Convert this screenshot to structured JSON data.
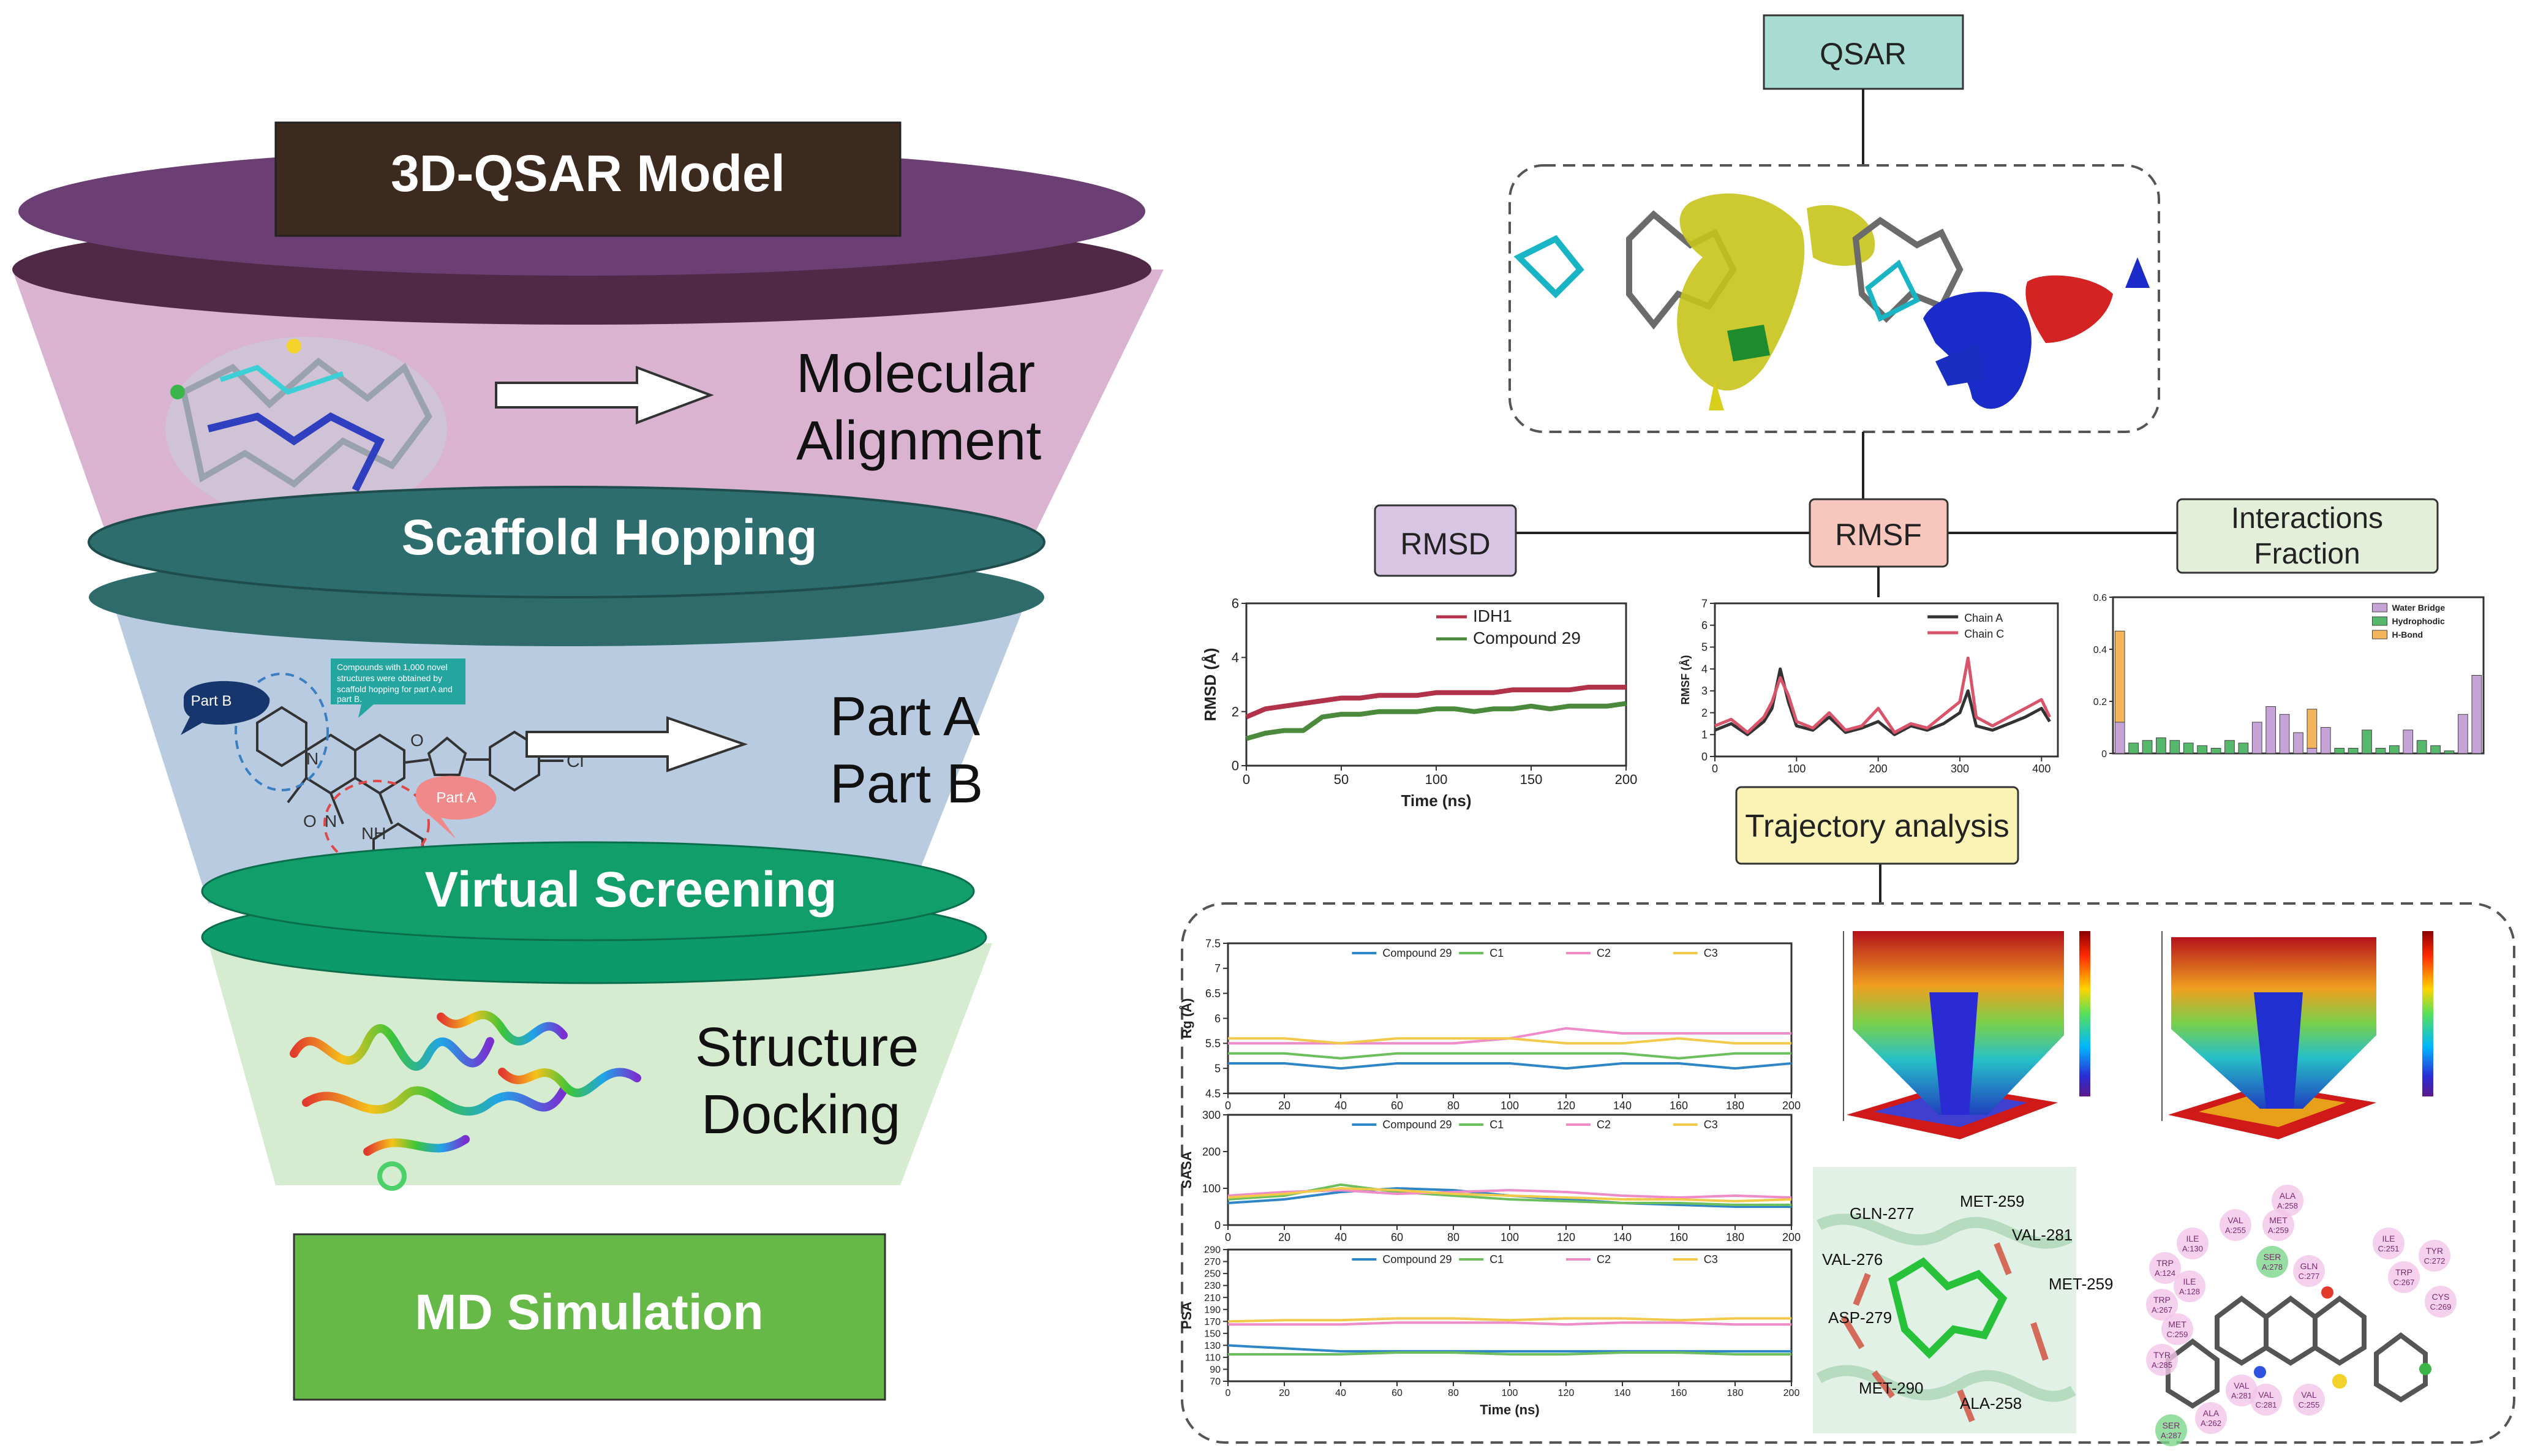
{
  "funnel": {
    "stage1_title": "3D-QSAR Model",
    "stage1_label_l1": "Molecular",
    "stage1_label_l2": "Alignment",
    "stage2_title": "Scaffold Hopping",
    "stage2_label_l1": "Part A",
    "stage2_label_l2": "Part B",
    "bubble_part_b": "Part B",
    "bubble_part_a": "Part A",
    "note_text_l1": "Compounds with 1,000 novel",
    "note_text_l2": "structures were obtained by",
    "note_text_l3": "scaffold hopping for part A and",
    "note_text_l4": "part B.",
    "cl_label": "Cl",
    "nh_label": "NH",
    "o_label_1": "O",
    "o_label_2": "O",
    "n_label_1": "N",
    "n_label_2": "N",
    "stage3_title": "Virtual Screening",
    "stage3_label_l1": "Structure",
    "stage3_label_l2": "Docking",
    "final_title": "MD Simulation",
    "colors": {
      "title_box": "#3d2a1e",
      "disk1": "#6b3f73",
      "disk1_dark": "#4f2946",
      "cone1": "#d9b3d0",
      "disk2": "#2f6b6b",
      "cone2": "#b8cbe0",
      "disk3": "#0d9a6a",
      "cone3": "#d6ecd0",
      "final_box": "#66b947"
    }
  },
  "right": {
    "qsar": "QSAR",
    "rmsd_box": "RMSD",
    "rmsf_box": "RMSF",
    "interactions_l1": "Interactions",
    "interactions_l2": "Fraction",
    "trajectory": "Trajectory analysis",
    "colors": {
      "qsar_fill": "#a8dcd3",
      "rmsd_fill": "#d8c4e3",
      "rmsf_fill": "#f7c6bd",
      "interactions_fill": "#e4efda",
      "trajectory_fill": "#fbf3b5"
    }
  },
  "residues_3d": [
    "GLN-277",
    "MET-259",
    "VAL-281",
    "VAL-276",
    "MET-259",
    "ASP-279",
    "MET-290",
    "ALA-258"
  ],
  "residues_2d": [
    "ALA A:258",
    "VAL A:255",
    "MET A:259",
    "ILE A:130",
    "ILE C:251",
    "TYR C:272",
    "TRP A:124",
    "SER A:278",
    "GLN C:277",
    "TRP C:267",
    "ILE A:128",
    "TRP A:267",
    "CYS C:269",
    "MET C:259",
    "TYR A:285",
    "VAL A:281",
    "VAL C:281",
    "VAL C:255",
    "ALA A:262",
    "SER A:287"
  ],
  "chart_data": [
    {
      "type": "line",
      "ylabel": "RMSD (Å)",
      "xlabel": "Time (ns)",
      "xlim": [
        0,
        200
      ],
      "ylim": [
        0,
        6
      ],
      "xticks": [
        0,
        50,
        100,
        150,
        200
      ],
      "yticks": [
        0,
        2,
        4,
        6
      ],
      "series": [
        {
          "name": "IDH1",
          "color": "#b2324a",
          "x": [
            0,
            10,
            20,
            30,
            40,
            50,
            60,
            70,
            80,
            90,
            100,
            110,
            120,
            130,
            140,
            150,
            160,
            170,
            180,
            190,
            200
          ],
          "y": [
            1.8,
            2.1,
            2.2,
            2.3,
            2.4,
            2.5,
            2.5,
            2.6,
            2.6,
            2.6,
            2.7,
            2.7,
            2.7,
            2.7,
            2.8,
            2.8,
            2.8,
            2.8,
            2.9,
            2.9,
            2.9
          ]
        },
        {
          "name": "Compound 29",
          "color": "#4b8a3c",
          "x": [
            0,
            10,
            20,
            30,
            40,
            50,
            60,
            70,
            80,
            90,
            100,
            110,
            120,
            130,
            140,
            150,
            160,
            170,
            180,
            190,
            200
          ],
          "y": [
            1.0,
            1.2,
            1.3,
            1.3,
            1.8,
            1.9,
            1.9,
            2.0,
            2.0,
            2.0,
            2.1,
            2.1,
            2.0,
            2.1,
            2.1,
            2.2,
            2.1,
            2.2,
            2.2,
            2.2,
            2.3
          ]
        }
      ]
    },
    {
      "type": "line",
      "ylabel": "RMSF (Å)",
      "xlim": [
        0,
        420
      ],
      "ylim": [
        0,
        7
      ],
      "xticks": [
        0,
        100,
        200,
        300,
        400
      ],
      "yticks": [
        0,
        1,
        2,
        3,
        4,
        5,
        6,
        7
      ],
      "series": [
        {
          "name": "Chain A",
          "color": "#333333",
          "x": [
            0,
            20,
            40,
            60,
            70,
            80,
            90,
            100,
            120,
            140,
            160,
            180,
            200,
            220,
            240,
            260,
            280,
            300,
            310,
            320,
            340,
            360,
            380,
            400,
            410
          ],
          "y": [
            1.2,
            1.5,
            1.0,
            1.6,
            2.2,
            4.0,
            2.5,
            1.4,
            1.2,
            1.8,
            1.1,
            1.3,
            1.6,
            1.0,
            1.4,
            1.2,
            1.5,
            2.0,
            3.0,
            1.4,
            1.2,
            1.5,
            1.8,
            2.2,
            1.6
          ]
        },
        {
          "name": "Chain C",
          "color": "#d9536b",
          "x": [
            0,
            20,
            40,
            60,
            70,
            80,
            90,
            100,
            120,
            140,
            160,
            180,
            200,
            220,
            240,
            260,
            280,
            300,
            310,
            320,
            340,
            360,
            380,
            400,
            410
          ],
          "y": [
            1.4,
            1.7,
            1.1,
            1.8,
            2.5,
            3.6,
            2.8,
            1.6,
            1.3,
            2.0,
            1.2,
            1.4,
            2.2,
            1.1,
            1.5,
            1.3,
            1.9,
            2.5,
            4.5,
            1.8,
            1.4,
            1.8,
            2.2,
            2.6,
            1.8
          ]
        }
      ]
    },
    {
      "type": "bar",
      "xlim": [
        0,
        1
      ],
      "ylim": [
        0,
        0.6
      ],
      "yticks": [
        0.0,
        0.2,
        0.4,
        0.6
      ],
      "series": [
        {
          "name": "Water Bridge",
          "color": "#c5a3d6"
        },
        {
          "name": "Hydrophodic",
          "color": "#55b86a"
        },
        {
          "name": "H-Bond",
          "color": "#f4b65d"
        }
      ],
      "stacks": [
        [
          0.12,
          0.0,
          0.35
        ],
        [
          0.0,
          0.04,
          0.0
        ],
        [
          0.0,
          0.05,
          0.0
        ],
        [
          0.0,
          0.06,
          0.0
        ],
        [
          0.0,
          0.05,
          0.0
        ],
        [
          0.0,
          0.04,
          0.0
        ],
        [
          0.0,
          0.03,
          0.0
        ],
        [
          0.0,
          0.02,
          0.0
        ],
        [
          0.0,
          0.05,
          0.0
        ],
        [
          0.0,
          0.04,
          0.0
        ],
        [
          0.12,
          0.0,
          0.0
        ],
        [
          0.18,
          0.0,
          0.0
        ],
        [
          0.15,
          0.0,
          0.0
        ],
        [
          0.08,
          0.0,
          0.0
        ],
        [
          0.02,
          0.0,
          0.15
        ],
        [
          0.1,
          0.0,
          0.0
        ],
        [
          0.0,
          0.02,
          0.0
        ],
        [
          0.0,
          0.02,
          0.0
        ],
        [
          0.0,
          0.09,
          0.0
        ],
        [
          0.0,
          0.02,
          0.0
        ],
        [
          0.0,
          0.03,
          0.0
        ],
        [
          0.09,
          0.0,
          0.0
        ],
        [
          0.0,
          0.05,
          0.0
        ],
        [
          0.0,
          0.03,
          0.0
        ],
        [
          0.0,
          0.01,
          0.0
        ],
        [
          0.15,
          0.0,
          0.0
        ],
        [
          0.3,
          0.0,
          0.0
        ]
      ]
    },
    {
      "type": "line",
      "ylabel": "Rg (Å)",
      "xlim": [
        0,
        200
      ],
      "ylim": [
        4.5,
        7.5
      ],
      "xticks": [
        0,
        20,
        40,
        60,
        80,
        100,
        120,
        140,
        160,
        180,
        200
      ],
      "yticks": [
        4.5,
        5,
        5.5,
        6,
        6.5,
        7,
        7.5
      ],
      "series": [
        {
          "name": "Compound 29",
          "color": "#2f86c6",
          "x": [
            0,
            20,
            40,
            60,
            80,
            100,
            120,
            140,
            160,
            180,
            200
          ],
          "y": [
            5.1,
            5.1,
            5.0,
            5.1,
            5.1,
            5.1,
            5.0,
            5.1,
            5.1,
            5.0,
            5.1
          ]
        },
        {
          "name": "C1",
          "color": "#6dbf5e",
          "x": [
            0,
            20,
            40,
            60,
            80,
            100,
            120,
            140,
            160,
            180,
            200
          ],
          "y": [
            5.3,
            5.3,
            5.2,
            5.3,
            5.3,
            5.3,
            5.3,
            5.3,
            5.2,
            5.3,
            5.3
          ]
        },
        {
          "name": "C2",
          "color": "#f08bc9",
          "x": [
            0,
            20,
            40,
            60,
            80,
            100,
            120,
            140,
            160,
            180,
            200
          ],
          "y": [
            5.5,
            5.5,
            5.5,
            5.5,
            5.5,
            5.6,
            5.8,
            5.7,
            5.7,
            5.7,
            5.7
          ]
        },
        {
          "name": "C3",
          "color": "#f2c94a",
          "x": [
            0,
            20,
            40,
            60,
            80,
            100,
            120,
            140,
            160,
            180,
            200
          ],
          "y": [
            5.6,
            5.6,
            5.5,
            5.6,
            5.6,
            5.6,
            5.5,
            5.5,
            5.6,
            5.5,
            5.5
          ]
        }
      ]
    },
    {
      "type": "line",
      "ylabel": "SASA",
      "xlim": [
        0,
        200
      ],
      "ylim": [
        0,
        300
      ],
      "xticks": [
        0,
        20,
        40,
        60,
        80,
        100,
        120,
        140,
        160,
        180,
        200
      ],
      "yticks": [
        0,
        100,
        200,
        300
      ],
      "series": [
        {
          "name": "Compound 29",
          "color": "#2f86c6",
          "x": [
            0,
            20,
            40,
            60,
            80,
            100,
            120,
            140,
            160,
            180,
            200
          ],
          "y": [
            60,
            70,
            90,
            100,
            95,
            80,
            70,
            60,
            55,
            50,
            50
          ]
        },
        {
          "name": "C1",
          "color": "#6dbf5e",
          "x": [
            0,
            20,
            40,
            60,
            80,
            100,
            120,
            140,
            160,
            180,
            200
          ],
          "y": [
            70,
            80,
            110,
            90,
            80,
            70,
            65,
            60,
            60,
            55,
            55
          ]
        },
        {
          "name": "C2",
          "color": "#f08bc9",
          "x": [
            0,
            20,
            40,
            60,
            80,
            100,
            120,
            140,
            160,
            180,
            200
          ],
          "y": [
            80,
            90,
            95,
            85,
            90,
            95,
            90,
            80,
            75,
            80,
            75
          ]
        },
        {
          "name": "C3",
          "color": "#f2c94a",
          "x": [
            0,
            20,
            40,
            60,
            80,
            100,
            120,
            140,
            160,
            180,
            200
          ],
          "y": [
            75,
            85,
            100,
            95,
            85,
            80,
            75,
            70,
            70,
            65,
            70
          ]
        }
      ]
    },
    {
      "type": "line",
      "ylabel": "PSA",
      "xlabel": "Time (ns)",
      "xlim": [
        0,
        200
      ],
      "ylim": [
        70,
        290
      ],
      "xticks": [
        0,
        20,
        40,
        60,
        80,
        100,
        120,
        140,
        160,
        180,
        200
      ],
      "yticks": [
        70,
        90,
        110,
        130,
        150,
        170,
        190,
        210,
        230,
        250,
        270,
        290
      ],
      "series": [
        {
          "name": "Compound 29",
          "color": "#2f86c6",
          "x": [
            0,
            20,
            40,
            60,
            80,
            100,
            120,
            140,
            160,
            180,
            200
          ],
          "y": [
            130,
            125,
            120,
            120,
            120,
            120,
            120,
            120,
            120,
            120,
            120
          ]
        },
        {
          "name": "C1",
          "color": "#6dbf5e",
          "x": [
            0,
            20,
            40,
            60,
            80,
            100,
            120,
            140,
            160,
            180,
            200
          ],
          "y": [
            115,
            115,
            115,
            118,
            118,
            115,
            115,
            118,
            118,
            115,
            115
          ]
        },
        {
          "name": "C2",
          "color": "#f08bc9",
          "x": [
            0,
            20,
            40,
            60,
            80,
            100,
            120,
            140,
            160,
            180,
            200
          ],
          "y": [
            165,
            165,
            165,
            168,
            168,
            168,
            165,
            168,
            168,
            165,
            165
          ]
        },
        {
          "name": "C3",
          "color": "#f2c94a",
          "x": [
            0,
            20,
            40,
            60,
            80,
            100,
            120,
            140,
            160,
            180,
            200
          ],
          "y": [
            170,
            172,
            172,
            175,
            175,
            172,
            175,
            175,
            172,
            175,
            175
          ]
        }
      ]
    }
  ]
}
